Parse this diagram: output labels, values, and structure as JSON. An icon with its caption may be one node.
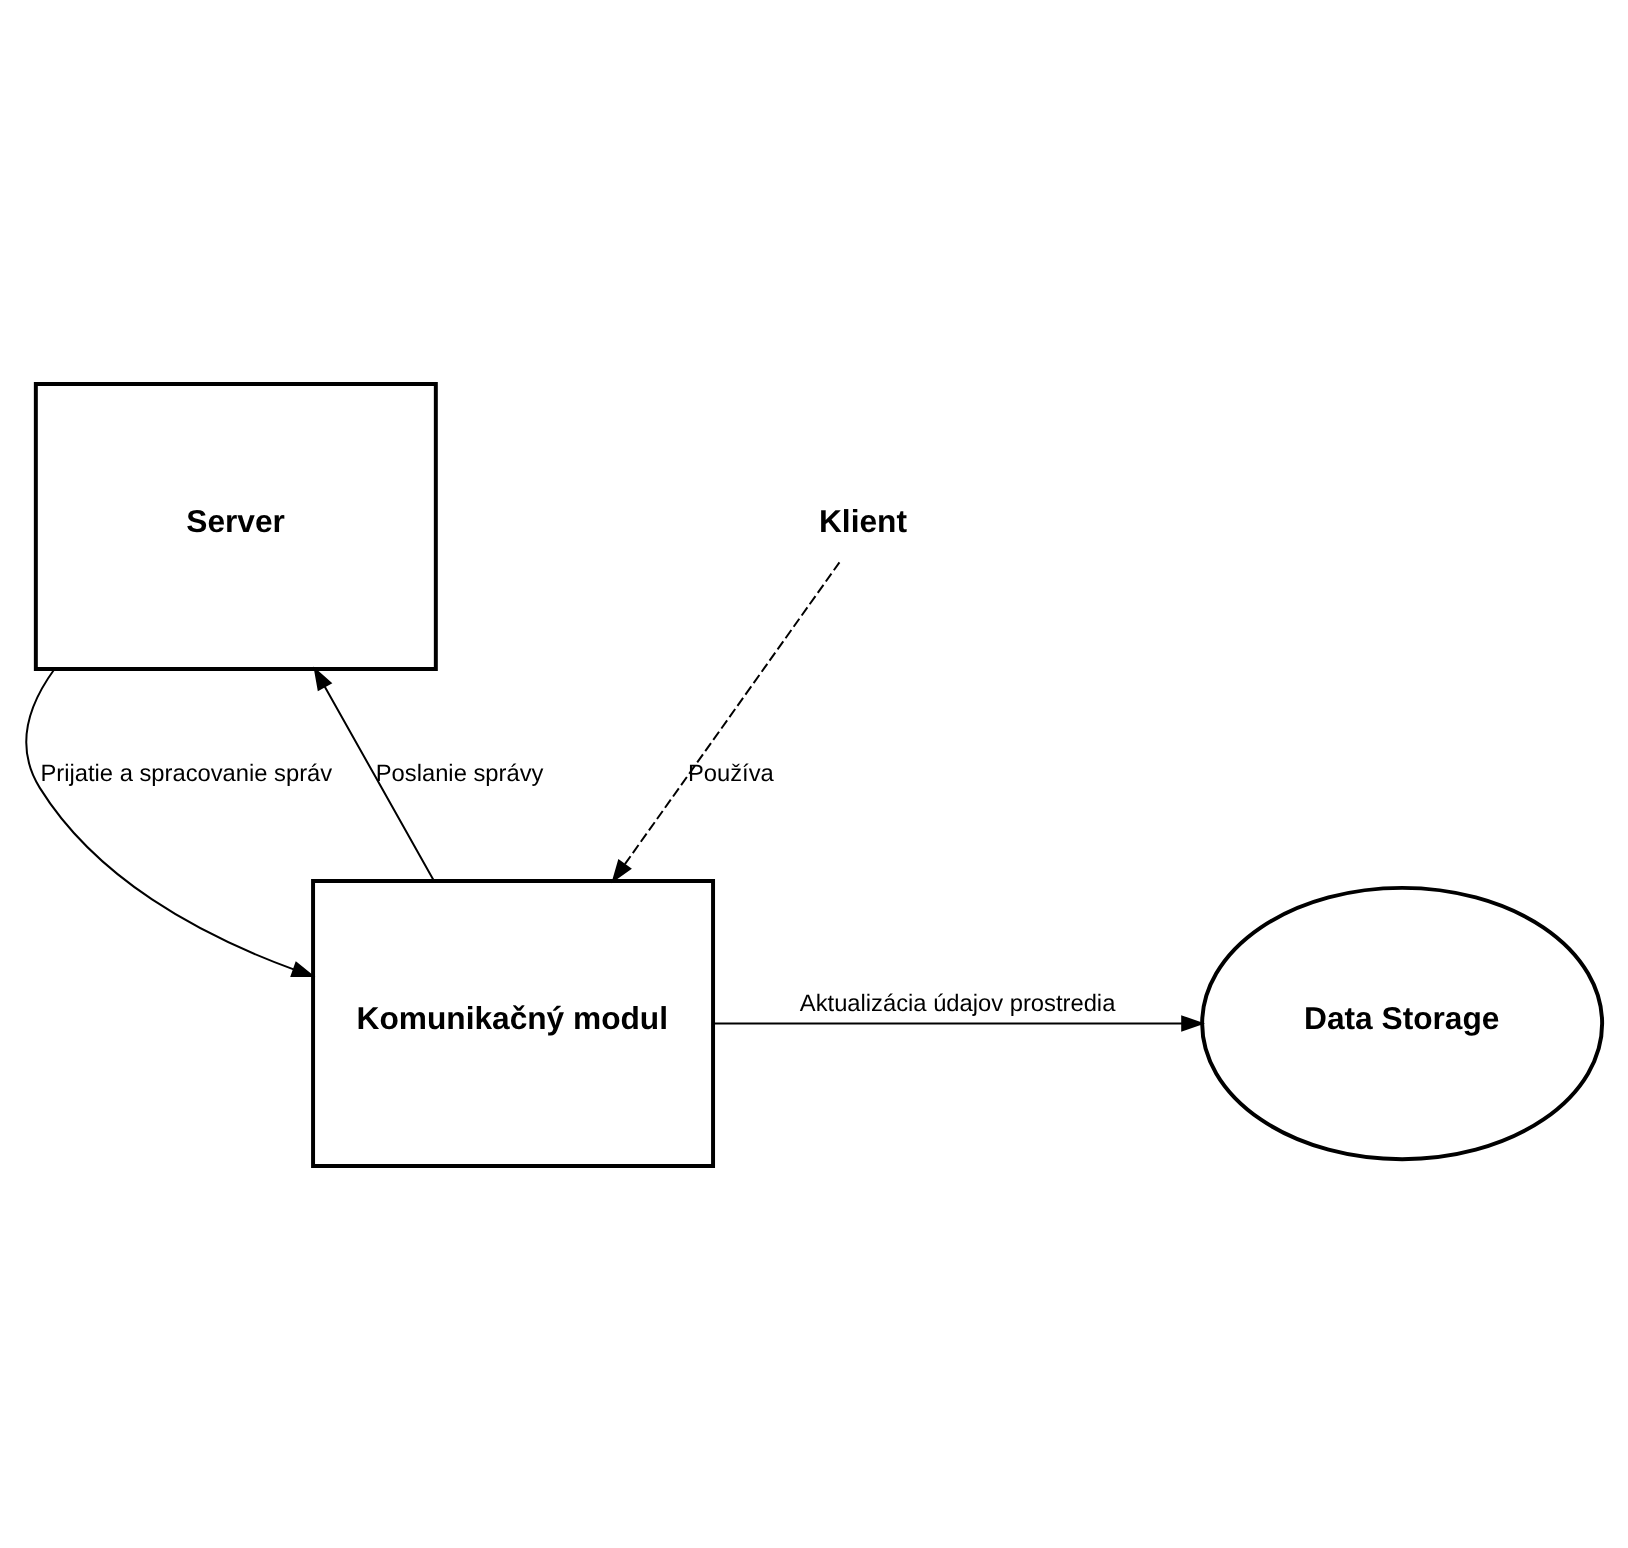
{
  "diagram": {
    "nodes": [
      {
        "text": [
          "Server"
        ]
      },
      {
        "text": [
          "Komunikačný modul"
        ]
      },
      {
        "text": [
          "Data Storage"
        ]
      },
      {
        "text": [
          "Klient"
        ]
      }
    ],
    "edges": [
      {
        "from": 1,
        "to": 0,
        "arrow": "to",
        "label": "Poslanie správy"
      },
      {
        "from": 0,
        "to": 1,
        "arrow": "to",
        "label": "Prijatie a spracovanie správ"
      },
      {
        "from": 1,
        "to": 2,
        "arrow": "to",
        "label": "Aktualizácia údajov prostredia"
      },
      {
        "from": 3,
        "to": 1,
        "arrow": "to",
        "label": "Používa",
        "style": "dashed"
      }
    ]
  }
}
